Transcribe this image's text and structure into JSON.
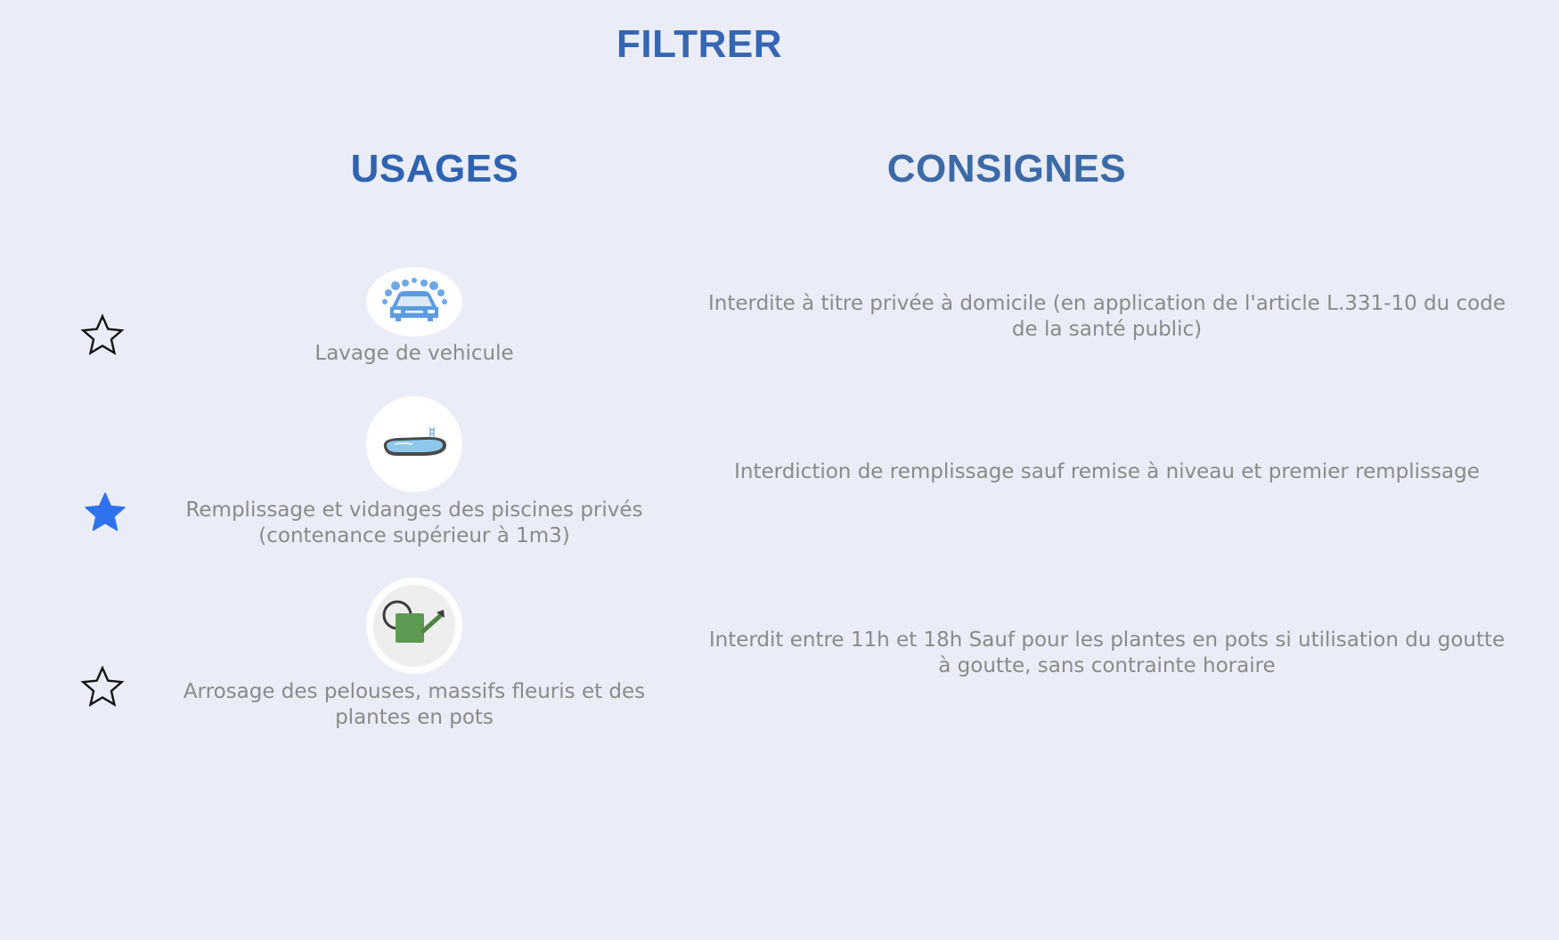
{
  "page": {
    "title": "FILTRER",
    "headers": {
      "usages": "USAGES",
      "consignes": "CONSIGNES"
    }
  },
  "colors": {
    "background": "#eaedf7",
    "title": "#3566b2",
    "star_filled": "#2f72ef",
    "text": "#8a8a8a"
  },
  "rows": [
    {
      "favorite": false,
      "icon": "car-wash-icon",
      "usage": "Lavage de vehicule",
      "consigne": "Interdite à titre privée à domicile (en application de l'article L.331-10 du code de la santé public)"
    },
    {
      "favorite": true,
      "icon": "pool-icon",
      "usage": "Remplissage et vidanges des piscines privés (contenance supérieur à 1m3)",
      "consigne": "Interdiction de remplissage sauf remise à niveau et premier remplissage"
    },
    {
      "favorite": false,
      "icon": "watering-can-icon",
      "usage": "Arrosage des pelouses, massifs fleuris et des plantes en pots",
      "consigne": "Interdit entre 11h et 18h Sauf pour les plantes en pots si utilisation du goutte à goutte, sans contrainte horaire"
    }
  ]
}
